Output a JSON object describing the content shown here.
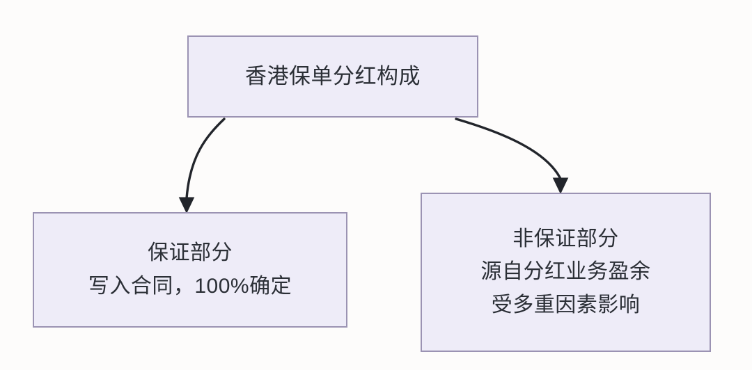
{
  "diagram": {
    "type": "flowchart",
    "title": "香港保单分红构成",
    "background_color": "#fdfcfb",
    "node_fill_color": "#eeecf8",
    "node_border_color": "#9b93b3",
    "text_color": "#2b2f36",
    "connector_color": "#22252b",
    "nodes": [
      {
        "id": "root",
        "lines": [
          "香港保单分红构成"
        ]
      },
      {
        "id": "guaranteed",
        "lines": [
          "保证部分",
          "写入合同，100%确定"
        ]
      },
      {
        "id": "nonguaranteed",
        "lines": [
          "非保证部分",
          "源自分红业务盈余",
          "受多重因素影响"
        ]
      }
    ],
    "connectors": [
      {
        "id": "root-to-guaranteed",
        "from": "root",
        "to": "guaranteed",
        "arrowhead": "filled-triangle"
      },
      {
        "id": "root-to-nonguaranteed",
        "from": "root",
        "to": "nonguaranteed",
        "arrowhead": "filled-triangle"
      }
    ]
  }
}
